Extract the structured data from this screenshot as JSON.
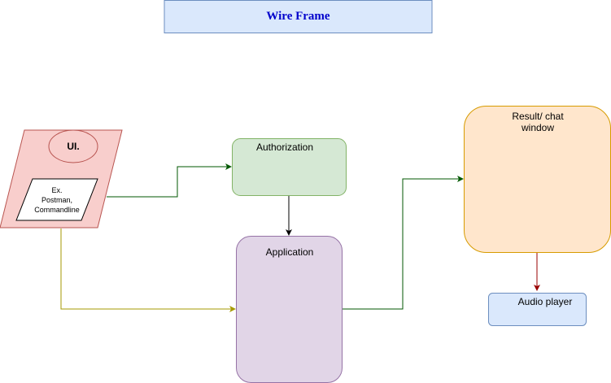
{
  "title": "Wire Frame",
  "nodes": {
    "ui": {
      "label": "UI.",
      "example": "Ex.\nPostman,\nCommandline"
    },
    "authorization": {
      "label": "Authorization"
    },
    "application": {
      "label": "Application"
    },
    "result": {
      "label": "Result/ chat\nwindow"
    },
    "audio": {
      "label": "Audio player"
    }
  },
  "edges": [
    {
      "from": "ui",
      "to": "authorization",
      "color": "#005700"
    },
    {
      "from": "ui",
      "to": "application",
      "color": "#a69a00"
    },
    {
      "from": "authorization",
      "to": "application",
      "color": "#000000"
    },
    {
      "from": "application",
      "to": "result",
      "color": "#005700"
    },
    {
      "from": "result",
      "to": "audio",
      "color": "#990000"
    }
  ],
  "colors": {
    "title_fill": "#dae8fc",
    "title_stroke": "#6c8ebf",
    "title_text": "#0000cc",
    "ui_fill": "#f8cecc",
    "ui_stroke": "#b85450",
    "auth_fill": "#d5e8d4",
    "auth_stroke": "#82b366",
    "app_fill": "#e1d5e7",
    "app_stroke": "#9673a6",
    "result_fill": "#ffe6cc",
    "result_stroke": "#d79b00",
    "audio_fill": "#dae8fc",
    "audio_stroke": "#6c8ebf"
  }
}
